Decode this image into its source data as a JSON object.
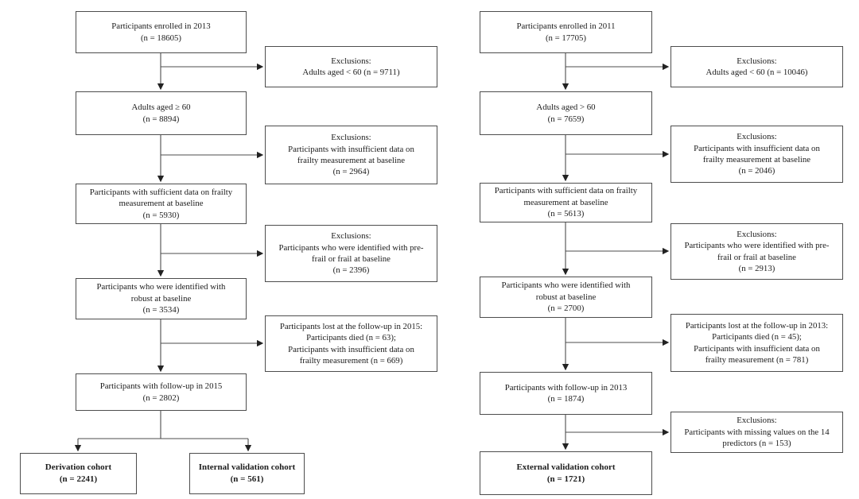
{
  "figure": {
    "type": "participant-flow-diagram",
    "colors": {
      "background": "#ffffff",
      "box_border": "#4d4d4d",
      "connector": "#4d4d4d",
      "arrowhead": "#222222",
      "text": "#1c1c1c"
    },
    "left_flow": {
      "main_boxes": [
        {
          "text": "Participants enrolled in 2013\n(n = 18605)"
        },
        {
          "text": "Adults aged ≥ 60\n(n = 8894)"
        },
        {
          "text": "Participants with sufficient data on frailty\nmeasurement at baseline\n(n = 5930)"
        },
        {
          "text": "Participants who were identified with\nrobust at baseline\n(n = 3534)"
        },
        {
          "text": "Participants with follow-up in 2015\n(n = 2802)"
        }
      ],
      "exclusion_boxes": [
        {
          "text": "Exclusions:\nAdults aged < 60 (n = 9711)"
        },
        {
          "text": "Exclusions:\nParticipants with insufficient data on\nfrailty measurement at baseline\n(n = 2964)"
        },
        {
          "text": "Exclusions:\nParticipants who were identified with pre-\nfrail or frail at baseline\n(n = 2396)"
        },
        {
          "text": "Participants lost at the follow-up in 2015:\nParticipants died (n = 63);\nParticipants with insufficient data on\nfrailty measurement (n = 669)"
        }
      ],
      "outcome_boxes": [
        {
          "text": "Derivation cohort\n(n = 2241)"
        },
        {
          "text": "Internal validation cohort\n(n = 561)"
        }
      ]
    },
    "right_flow": {
      "main_boxes": [
        {
          "text": "Participants enrolled in 2011\n(n = 17705)"
        },
        {
          "text": "Adults aged > 60\n(n = 7659)"
        },
        {
          "text": "Participants with sufficient data on frailty\nmeasurement at baseline\n(n = 5613)"
        },
        {
          "text": "Participants who were identified with\nrobust at baseline\n(n = 2700)"
        },
        {
          "text": "Participants with follow-up in 2013\n(n = 1874)"
        }
      ],
      "exclusion_boxes": [
        {
          "text": "Exclusions:\nAdults aged < 60 (n = 10046)"
        },
        {
          "text": "Exclusions:\nParticipants with insufficient data on\nfrailty measurement at baseline\n(n = 2046)"
        },
        {
          "text": "Exclusions:\nParticipants who were identified with pre-\nfrail or frail at baseline\n(n = 2913)"
        },
        {
          "text": "Participants lost at the follow-up in 2013:\nParticipants died (n = 45);\nParticipants with insufficient data on\nfrailty measurement (n = 781)"
        },
        {
          "text": "Exclusions:\nParticipants with missing values on the 14\npredictors (n = 153)"
        }
      ],
      "outcome_boxes": [
        {
          "text": "External validation cohort\n(n = 1721)"
        }
      ]
    }
  }
}
